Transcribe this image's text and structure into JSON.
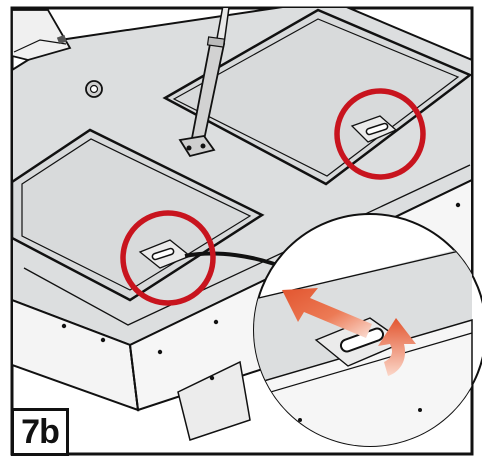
{
  "step_label": "7b",
  "colors": {
    "frame": "#111111",
    "panel": "#dcdedf",
    "panel_light": "#e6e8e9",
    "side": "#f4f4f4",
    "highlight_ring": "#c8141e",
    "motion_arrow": "#e2552f",
    "arrow_fade": "#fbe0d6"
  },
  "icons": [
    "gas-strut",
    "screw-head",
    "motion-arrow-double",
    "motion-arrow-curved"
  ]
}
